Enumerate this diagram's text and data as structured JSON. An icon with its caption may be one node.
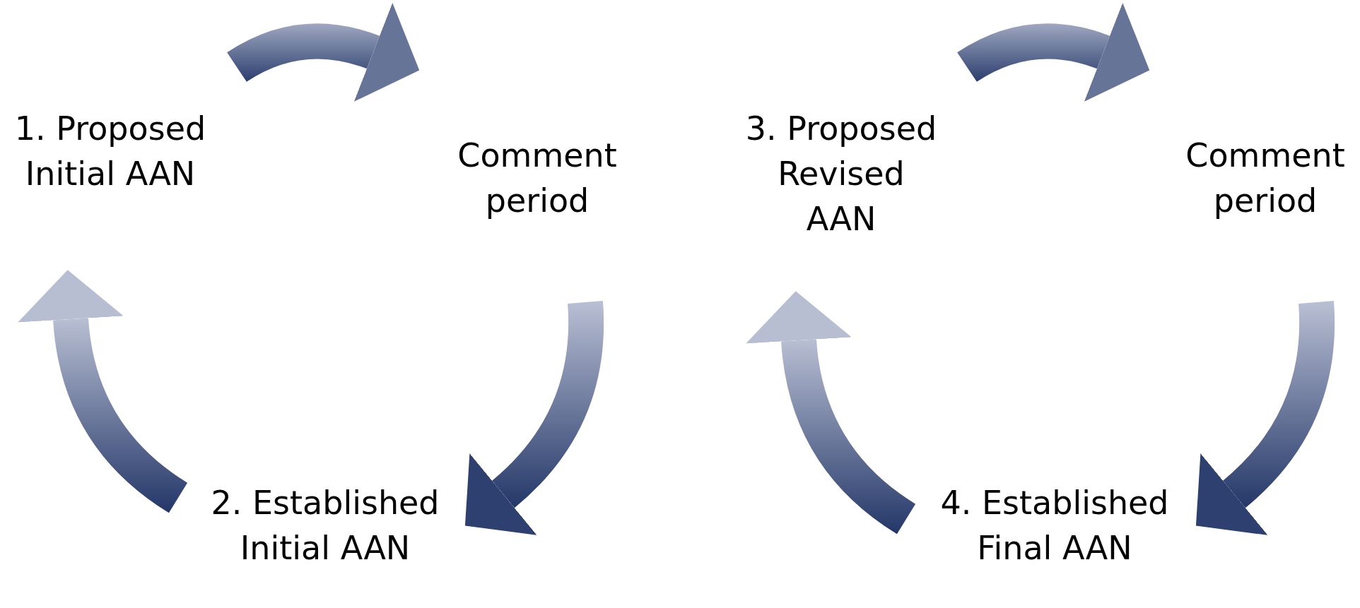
{
  "diagram": {
    "nodes": [
      {
        "text": [
          "1. Proposed Initial AAN"
        ]
      },
      {
        "text": [
          "Comment period"
        ]
      },
      {
        "text": [
          "2. Established Initial AAN"
        ]
      },
      {
        "text": [
          "3. Proposed Revised AAN"
        ]
      },
      {
        "text": [
          "Comment period"
        ]
      },
      {
        "text": [
          "4. Established Final AAN"
        ]
      }
    ],
    "edges": [
      {
        "from": 0,
        "to": 1,
        "arrow": "to"
      },
      {
        "from": 1,
        "to": 2,
        "arrow": "to"
      },
      {
        "from": 2,
        "to": 0,
        "arrow": "to"
      },
      {
        "from": 3,
        "to": 4,
        "arrow": "to"
      },
      {
        "from": 4,
        "to": 5,
        "arrow": "to"
      },
      {
        "from": 5,
        "to": 3,
        "arrow": "to"
      }
    ]
  }
}
